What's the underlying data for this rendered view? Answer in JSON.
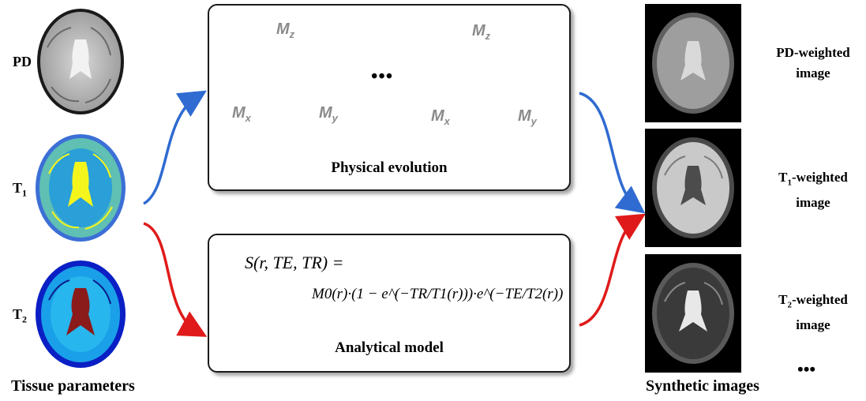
{
  "tissue": {
    "title": "Tissue parameters",
    "maps": [
      {
        "label": "PD",
        "sub": ""
      },
      {
        "label": "T",
        "sub": "1"
      },
      {
        "label": "T",
        "sub": "2"
      }
    ]
  },
  "physical": {
    "title": "Physical evolution",
    "ellipsis": "•••",
    "axes": {
      "z": "M",
      "z_sub": "z",
      "x": "M",
      "x_sub": "x",
      "y": "M",
      "y_sub": "y"
    }
  },
  "analytical": {
    "title": "Analytical model",
    "eq_line1": "S(r, TE, TR) =",
    "eq_line2": "M0(r)·(1 − e^(−TR/T1(r)))·e^(−TE/T2(r))"
  },
  "synthetic": {
    "title": "Synthetic images",
    "ellipsis": "•••",
    "outputs": [
      {
        "line1": "PD-weighted",
        "line2": "image",
        "prefix": "",
        "sub": ""
      },
      {
        "line1": "-weighted",
        "line2": "image",
        "prefix": "T",
        "sub": "1"
      },
      {
        "line1": "-weighted",
        "line2": "image",
        "prefix": "T",
        "sub": "2"
      }
    ]
  },
  "colors": {
    "blue_arrow": "#2f6bd1",
    "red_arrow": "#e01a1a",
    "axis_gray": "#8a8a8a",
    "moment_blue": "#1f4fa8"
  }
}
